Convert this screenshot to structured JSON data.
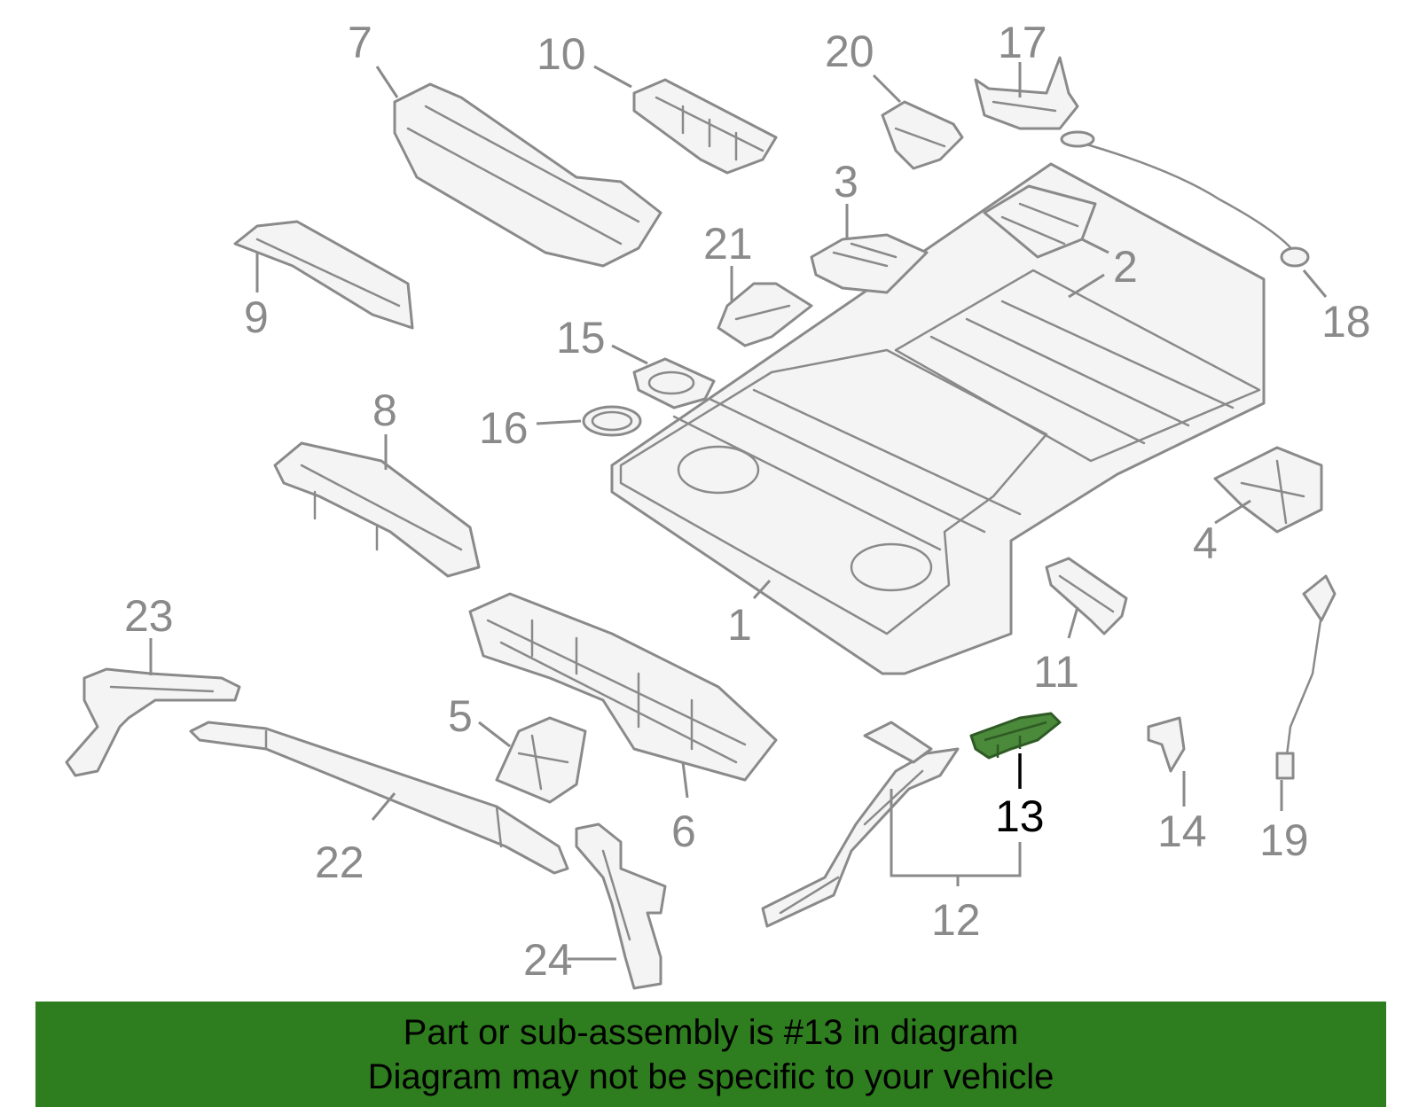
{
  "callouts": {
    "c1": "1",
    "c2": "2",
    "c3": "3",
    "c4": "4",
    "c5": "5",
    "c6": "6",
    "c7": "7",
    "c8": "8",
    "c9": "9",
    "c10": "10",
    "c11": "11",
    "c12": "12",
    "c13": "13",
    "c14": "14",
    "c15": "15",
    "c16": "16",
    "c17": "17",
    "c18": "18",
    "c19": "19",
    "c20": "20",
    "c21": "21",
    "c22": "22",
    "c23": "23",
    "c24": "24"
  },
  "highlighted_part": "13",
  "banner": {
    "line1": "Part or sub-assembly is #13 in diagram",
    "line2": "Diagram may not be specific to your vehicle"
  },
  "colors": {
    "line": "#8a8a8a",
    "highlight_part": "#4a8a3a",
    "banner_bg": "#2e7d1e",
    "banner_text": "#000000"
  }
}
